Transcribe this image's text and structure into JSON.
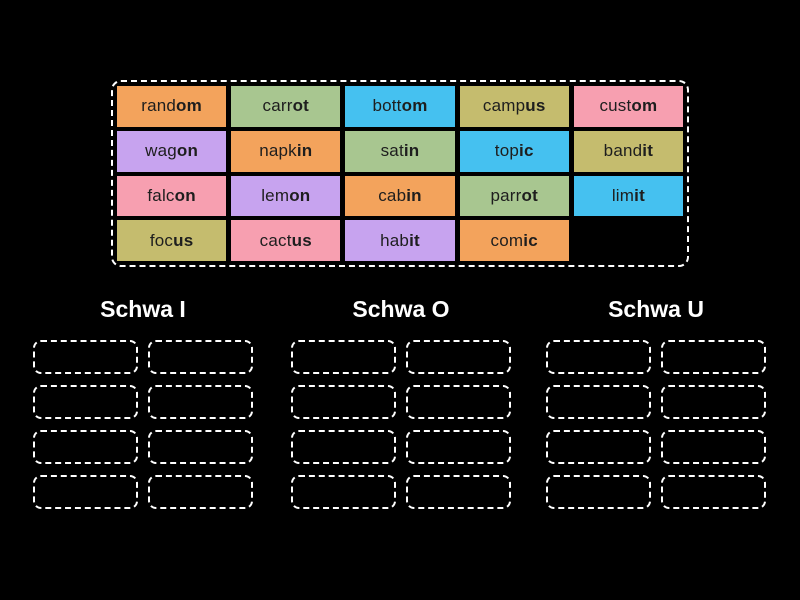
{
  "palette": {
    "orange": "#f3a35c",
    "green": "#a8c690",
    "blue": "#45c1f0",
    "olive": "#c5bc6e",
    "pink": "#f79fb0",
    "purple": "#c7a3ef",
    "tile_text": "#1e1e1e",
    "background": "#000000",
    "dashed_border": "#ffffff"
  },
  "tray": {
    "tiles": [
      {
        "word": "random",
        "prefix": "rand",
        "suffix": "om",
        "color": "orange"
      },
      {
        "word": "carrot",
        "prefix": "carr",
        "suffix": "ot",
        "color": "green"
      },
      {
        "word": "bottom",
        "prefix": "bott",
        "suffix": "om",
        "color": "blue"
      },
      {
        "word": "campus",
        "prefix": "camp",
        "suffix": "us",
        "color": "olive"
      },
      {
        "word": "custom",
        "prefix": "cust",
        "suffix": "om",
        "color": "pink"
      },
      {
        "word": "wagon",
        "prefix": "wag",
        "suffix": "on",
        "color": "purple"
      },
      {
        "word": "napkin",
        "prefix": "napk",
        "suffix": "in",
        "color": "orange"
      },
      {
        "word": "satin",
        "prefix": "sat",
        "suffix": "in",
        "color": "green"
      },
      {
        "word": "topic",
        "prefix": "top",
        "suffix": "ic",
        "color": "blue"
      },
      {
        "word": "bandit",
        "prefix": "band",
        "suffix": "it",
        "color": "olive"
      },
      {
        "word": "falcon",
        "prefix": "falc",
        "suffix": "on",
        "color": "pink"
      },
      {
        "word": "lemon",
        "prefix": "lem",
        "suffix": "on",
        "color": "purple"
      },
      {
        "word": "cabin",
        "prefix": "cab",
        "suffix": "in",
        "color": "orange"
      },
      {
        "word": "parrot",
        "prefix": "parr",
        "suffix": "ot",
        "color": "green"
      },
      {
        "word": "limit",
        "prefix": "lim",
        "suffix": "it",
        "color": "blue"
      },
      {
        "word": "focus",
        "prefix": "foc",
        "suffix": "us",
        "color": "olive"
      },
      {
        "word": "cactus",
        "prefix": "cact",
        "suffix": "us",
        "color": "pink"
      },
      {
        "word": "habit",
        "prefix": "hab",
        "suffix": "it",
        "color": "purple"
      },
      {
        "word": "comic",
        "prefix": "com",
        "suffix": "ic",
        "color": "orange"
      }
    ]
  },
  "groups": [
    {
      "label": "Schwa I",
      "slot_count": 8
    },
    {
      "label": "Schwa O",
      "slot_count": 8
    },
    {
      "label": "Schwa U",
      "slot_count": 8
    }
  ]
}
